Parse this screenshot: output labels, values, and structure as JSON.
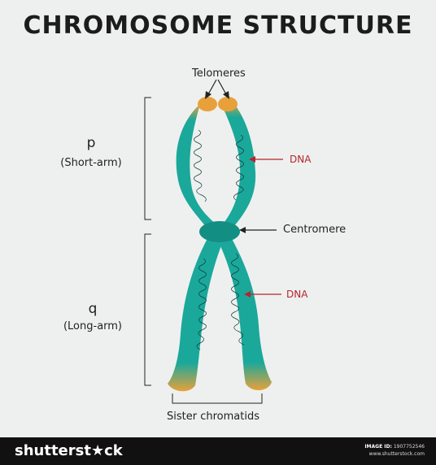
{
  "title": "CHROMOSOME STRUCTURE",
  "labels": {
    "telomeres": "Telomeres",
    "dna_upper": "DNA",
    "dna_lower": "DNA",
    "centromere": "Centromere",
    "sister_chromatids": "Sister chromatids",
    "p": "p",
    "p_desc": "(Short-arm)",
    "q": "q",
    "q_desc": "(Long-arm)"
  },
  "colors": {
    "chromatid": "#1aa89b",
    "chromatid_dark": "#138e83",
    "telomere": "#e8a13a",
    "dna_arrow": "#b3262f",
    "line": "#222222"
  },
  "footer": {
    "brand": "shutterst★ck",
    "image_id_label": "IMAGE ID:",
    "image_id": "1907752546",
    "site": "www.shutterstock.com"
  }
}
